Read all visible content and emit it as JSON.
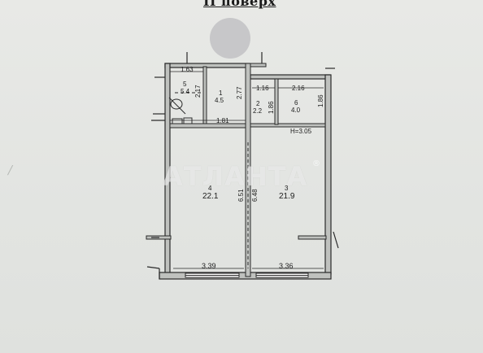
{
  "header": {
    "floor_label": "ІІ поверх"
  },
  "watermark": {
    "text": "АТЛАНТА",
    "reg": "®"
  },
  "ceiling_height": "H=3.05",
  "rooms": [
    {
      "id": "room-5",
      "number": "5",
      "area": "5.4"
    },
    {
      "id": "room-1",
      "number": "1",
      "area": "4.5"
    },
    {
      "id": "room-2",
      "number": "2",
      "area": "2.2"
    },
    {
      "id": "room-6",
      "number": "6",
      "area": "4.0"
    },
    {
      "id": "room-4",
      "number": "4",
      "area": "22.1"
    },
    {
      "id": "room-3",
      "number": "3",
      "area": "21.9"
    }
  ],
  "dimensions": [
    {
      "id": "d-1-63",
      "value": "1.63"
    },
    {
      "id": "d-2-17",
      "value": "2.17"
    },
    {
      "id": "d-2-77",
      "value": "2.77"
    },
    {
      "id": "d-1-16",
      "value": "1.16"
    },
    {
      "id": "d-2-16",
      "value": "2.16"
    },
    {
      "id": "d-1-86a",
      "value": "1.86"
    },
    {
      "id": "d-1-86b",
      "value": "1.86"
    },
    {
      "id": "d-1-81",
      "value": "1.81"
    },
    {
      "id": "d-6-51",
      "value": "6.51"
    },
    {
      "id": "d-6-48",
      "value": "6.48"
    },
    {
      "id": "d-3-39",
      "value": "3.39"
    },
    {
      "id": "d-3-36",
      "value": "3.36"
    }
  ]
}
